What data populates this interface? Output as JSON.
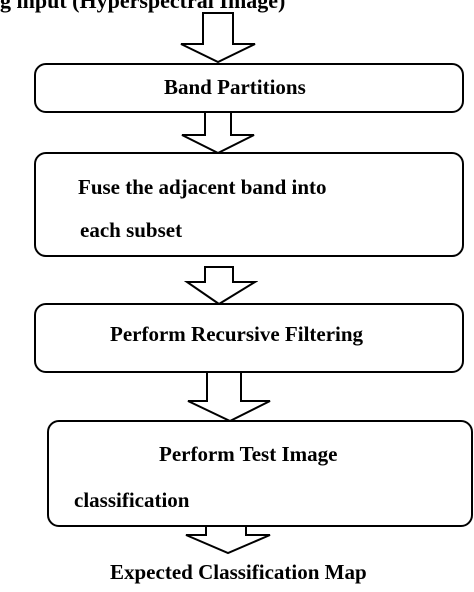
{
  "diagram": {
    "top_text": "g input (Hyperspectral Image)",
    "steps": [
      {
        "label": "Band Partitions"
      },
      {
        "line1": "Fuse the adjacent band into",
        "line2": "each subset"
      },
      {
        "label": "Perform Recursive Filtering"
      },
      {
        "line1": "Perform Test Image",
        "line2": "classification"
      }
    ],
    "output": "Expected Classification Map"
  }
}
